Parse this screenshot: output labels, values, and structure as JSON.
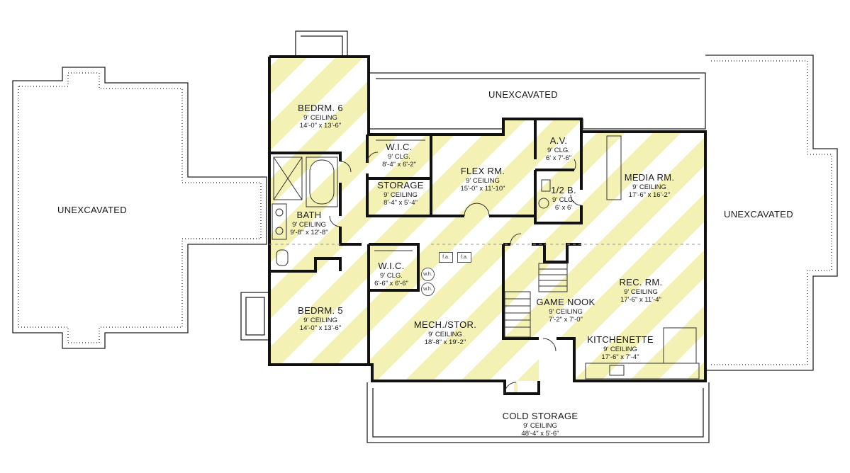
{
  "colors": {
    "wall": "#111111",
    "stripe": "#f3f1b4",
    "dashed_foundation": "#777777"
  },
  "unexcavated": {
    "top": "UNEXCAVATED",
    "left": "UNEXCAVATED",
    "right": "UNEXCAVATED"
  },
  "rooms": [
    {
      "key": "bedrm6",
      "name": "BEDRM. 6",
      "ceiling": "9' CEILING",
      "size": "14'-0\" x 13'-6\""
    },
    {
      "key": "wic_top",
      "name": "W.I.C.",
      "ceiling": "9' CLG.",
      "size": "8'-4\" x 6'-2\""
    },
    {
      "key": "storage",
      "name": "STORAGE",
      "ceiling": "9' CEILING",
      "size": "8'-4\" x 5'-4\""
    },
    {
      "key": "flex",
      "name": "FLEX RM.",
      "ceiling": "9' CEILING",
      "size": "15'-0\" x 11'-10\""
    },
    {
      "key": "av",
      "name": "A.V.",
      "ceiling": "9' CLG.",
      "size": "6' x 7'-6\""
    },
    {
      "key": "halfbath",
      "name": "1/2 B.",
      "ceiling": "9' CLG.",
      "size": "6' x 6'"
    },
    {
      "key": "media",
      "name": "MEDIA RM.",
      "ceiling": "9' CEILING",
      "size": "17'-6\" x 16'-2\""
    },
    {
      "key": "bath",
      "name": "BATH",
      "ceiling": "9' CEILING",
      "size": "9'-8\" x 12'-8\""
    },
    {
      "key": "wic_mid",
      "name": "W.I.C.",
      "ceiling": "9' CLG.",
      "size": "6'-6\" x 6'-6\""
    },
    {
      "key": "rec",
      "name": "REC. RM.",
      "ceiling": "9' CEILING",
      "size": "17'-6\" x 11'-4\""
    },
    {
      "key": "gamenook",
      "name": "GAME NOOK",
      "ceiling": "9' CEILING",
      "size": "7'-2\" x 7'-0\""
    },
    {
      "key": "bedrm5",
      "name": "BEDRM. 5",
      "ceiling": "9' CEILING",
      "size": "14'-0\" x 13'-6\""
    },
    {
      "key": "mech",
      "name": "MECH./STOR.",
      "ceiling": "9' CEILING",
      "size": "18'-8\" x 19'-2\""
    },
    {
      "key": "kitchenette",
      "name": "KITCHENETTE",
      "ceiling": "9' CEILING",
      "size": "17'-6\" x 7'-4\""
    },
    {
      "key": "cold",
      "name": "COLD STORAGE",
      "ceiling": "9' CEILING",
      "size": "48'-4\" x 5'-6\""
    }
  ],
  "fixtures": {
    "fa": "f.a.",
    "wh": "w.h."
  }
}
